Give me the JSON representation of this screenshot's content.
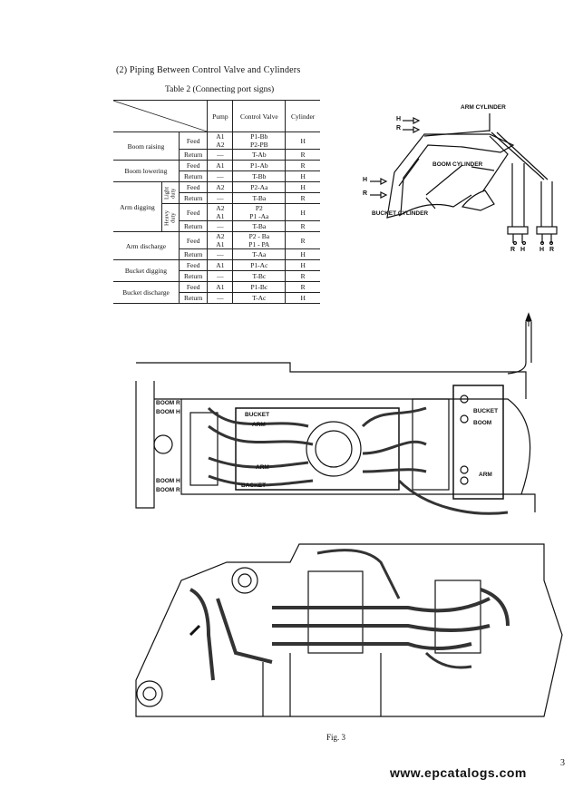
{
  "heading": "(2) Piping Between Control Valve and Cylinders",
  "table_caption": "Table 2 (Connecting port signs)",
  "table": {
    "headers": [
      "Pump",
      "Control Valve",
      "Cylinder"
    ],
    "rows": [
      {
        "op": "Boom raising",
        "duty": "",
        "dir": "Feed",
        "pump": "A1\nA2",
        "cv": "P1-Bb\nP2-PB",
        "cyl": "H"
      },
      {
        "op": "",
        "duty": "",
        "dir": "Return",
        "pump": "—",
        "cv": "T-Ab",
        "cyl": "R"
      },
      {
        "op": "Boom lowering",
        "duty": "",
        "dir": "Feed",
        "pump": "A1",
        "cv": "P1-Ab",
        "cyl": "R"
      },
      {
        "op": "",
        "duty": "",
        "dir": "Return",
        "pump": "—",
        "cv": "T-Bb",
        "cyl": "H"
      },
      {
        "op": "Arm digging",
        "duty": "Light duty",
        "dir": "Feed",
        "pump": "A2",
        "cv": "P2-Aa",
        "cyl": "H"
      },
      {
        "op": "",
        "duty": "",
        "dir": "Return",
        "pump": "—",
        "cv": "T-Ba",
        "cyl": "R"
      },
      {
        "op": "",
        "duty": "Heavy duty",
        "dir": "Feed",
        "pump": "A2\nA1",
        "cv": "P2\nP1 -Aa",
        "cyl": "H"
      },
      {
        "op": "",
        "duty": "",
        "dir": "Return",
        "pump": "—",
        "cv": "T-Ba",
        "cyl": "R"
      },
      {
        "op": "Arm discharge",
        "duty": "",
        "dir": "Feed",
        "pump": "A2\nA1",
        "cv": "P2 - Ba\nP1 - PA",
        "cyl": "R"
      },
      {
        "op": "",
        "duty": "",
        "dir": "Return",
        "pump": "—",
        "cv": "T-Aa",
        "cyl": "H"
      },
      {
        "op": "Bucket digging",
        "duty": "",
        "dir": "Feed",
        "pump": "A1",
        "cv": "P1-Ac",
        "cyl": "H"
      },
      {
        "op": "",
        "duty": "",
        "dir": "Return",
        "pump": "—",
        "cv": "T-Bc",
        "cyl": "R"
      },
      {
        "op": "Bucket discharge",
        "duty": "",
        "dir": "Feed",
        "pump": "A1",
        "cv": "P1-Bc",
        "cyl": "R"
      },
      {
        "op": "",
        "duty": "",
        "dir": "Return",
        "pump": "—",
        "cv": "T-Ac",
        "cyl": "H"
      }
    ]
  },
  "diagram_labels": {
    "arm_cylinder": "ARM CYLINDER",
    "boom_cylinder": "BOOM CYLINDER",
    "bucket_cylinder": "BUCKET CYLINDER",
    "h": "H",
    "r": "R",
    "rhhr": [
      "R",
      "H",
      "H",
      "R"
    ]
  },
  "plan_labels": {
    "boom_r_top": "BOOM  R",
    "boom_h_top": "BOOM  H",
    "bucket_left": "BUCKET",
    "arm_left": "ARM",
    "arm_mid": "ARM",
    "bucket_mid": "BACKET",
    "boom_h_bot": "BOOM  H",
    "boom_r_bot": "BOOM  R",
    "bucket_right": "BUCKET",
    "boom_right": "BOOM",
    "arm_right": "ARM"
  },
  "figure_label": "Fig. 3",
  "page_number": "3",
  "footer": "www.epcatalogs.com"
}
